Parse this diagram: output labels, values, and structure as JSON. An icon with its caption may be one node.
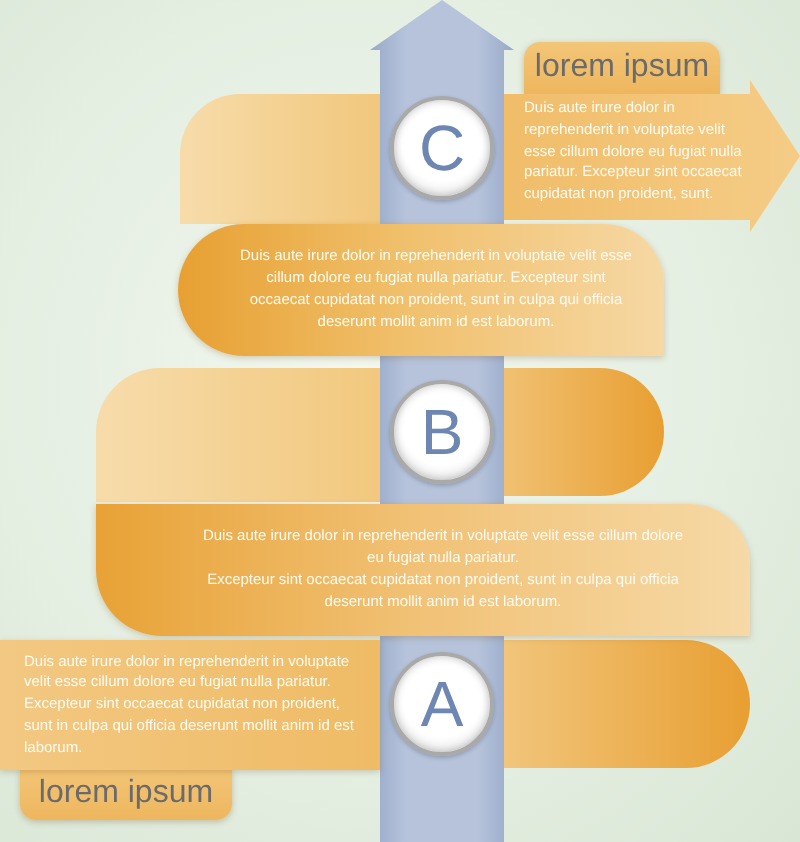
{
  "diagram": {
    "nodes": [
      {
        "text": [
          "lorem ipsum"
        ]
      },
      {
        "text": [
          "C"
        ]
      },
      {
        "text": [
          "Duis aute irure dolor in reprehenderit in voluptate velit esse cillum dolore eu fugiat nulla pariatur. Excepteur sint occaecat cupidatat non proident, sunt."
        ]
      },
      {
        "text": [
          "Duis aute irure dolor in reprehenderit in voluptate velit esse cillum dolore eu fugiat nulla pariatur. Excepteur sint occaecat cupidatat non proident, sunt in culpa qui officia deserunt mollit anim id est laborum."
        ]
      },
      {
        "text": [
          "B"
        ]
      },
      {
        "text": [
          "Duis aute irure dolor in reprehenderit in voluptate velit esse cillum dolore eu fugiat nulla pariatur.",
          "Excepteur sint occaecat cupidatat non proident, sunt in culpa qui officia deserunt mollit anim id est laborum."
        ]
      },
      {
        "text": [
          "Duis aute irure dolor in reprehenderit in voluptate velit esse cillum dolore eu fugiat nulla pariatur. Excepteur sint occaecat cupidatat non proident, sunt in culpa qui officia deserunt mollit anim id est laborum."
        ]
      },
      {
        "text": [
          "A"
        ]
      },
      {
        "text": [
          "lorem ipsum"
        ]
      }
    ]
  }
}
